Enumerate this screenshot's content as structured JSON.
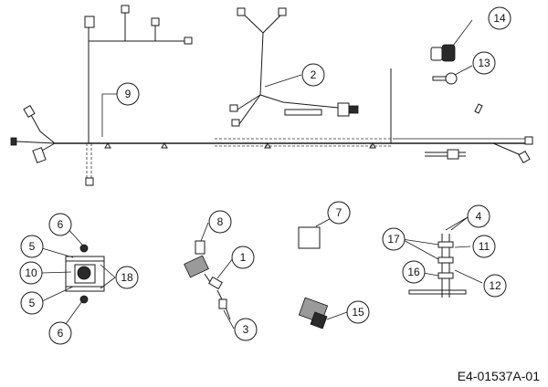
{
  "drawing_code": "E4-01537A-01",
  "callouts": [
    "1",
    "2",
    "3",
    "4",
    "5",
    "5",
    "6",
    "6",
    "7",
    "8",
    "9",
    "10",
    "11",
    "12",
    "13",
    "14",
    "15",
    "16",
    "17",
    "18"
  ]
}
